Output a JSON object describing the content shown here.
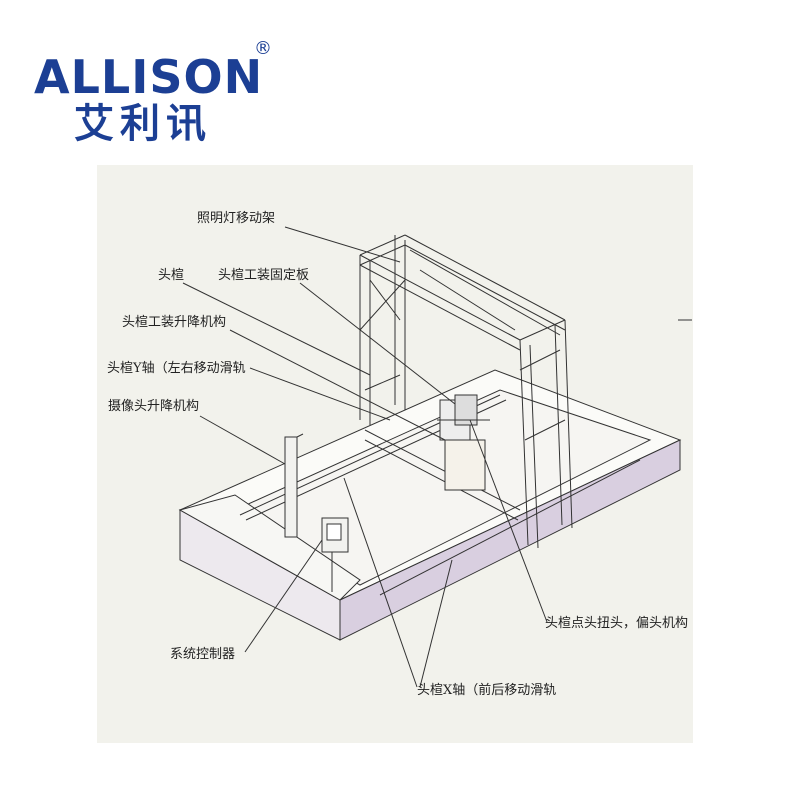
{
  "logo": {
    "brand_en": "ALLISON",
    "registered_mark": "®",
    "brand_cn": "艾利讯"
  },
  "labels": {
    "lighting_frame": "照明灯移动架",
    "head_form": "头楦",
    "head_form_fixture_plate": "头楦工装固定板",
    "head_form_lift": "头楦工装升降机构",
    "y_axis_rail": "头楦Y轴（左右移动滑轨",
    "camera_lift": "摄像头升降机构",
    "controller": "系统控制器",
    "x_axis_rail": "头楦X轴（前后移动滑轨",
    "point_twist_mech": "头楦点头扭头，偏头机构"
  },
  "colors": {
    "brand": "#1c3f94",
    "panel_bg": "#f2f2ec",
    "base_side": "#d9cfe0",
    "line": "#333333"
  }
}
